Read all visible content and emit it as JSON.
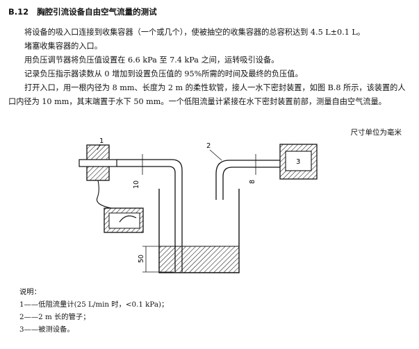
{
  "section": {
    "number": "B.12",
    "title": "胸腔引流设备自由空气流量的测试"
  },
  "paragraphs": [
    "将设备的吸入口连接到收集容器（一个或几个），使被抽空的收集容器的总容积达到 4.5 L±0.1 L。",
    "堵塞收集容器的入口。",
    "用负压调节器将负压值设置在 6.6 kPa 至 7.4 kPa 之间，运转吸引设备。",
    "记录负压指示器读数从 0 增加到设置负压值的 95%所需的时间及最终的负压值。",
    "打开入口，用一根内径为 8 mm、长度为 2 m 的柔性软管，接人一水下密封装置，如图 B.8 所示，该装置的人口内径为 10 mm，其末端置于水下 50 mm。一个低阻流量计紧接在水下密封装置前部，测量自由空气流量。"
  ],
  "units_note": "尺寸单位为毫米",
  "figure": {
    "callouts": [
      "1",
      "2",
      "3"
    ],
    "dimensions": [
      "10",
      "8",
      "50"
    ]
  },
  "legend": {
    "title": "说明：",
    "items": [
      "1——低阻流量计(25 L/min 时，<0.1 kPa)；",
      "2——2 m 长的管子；",
      "3——被测设备。"
    ]
  }
}
